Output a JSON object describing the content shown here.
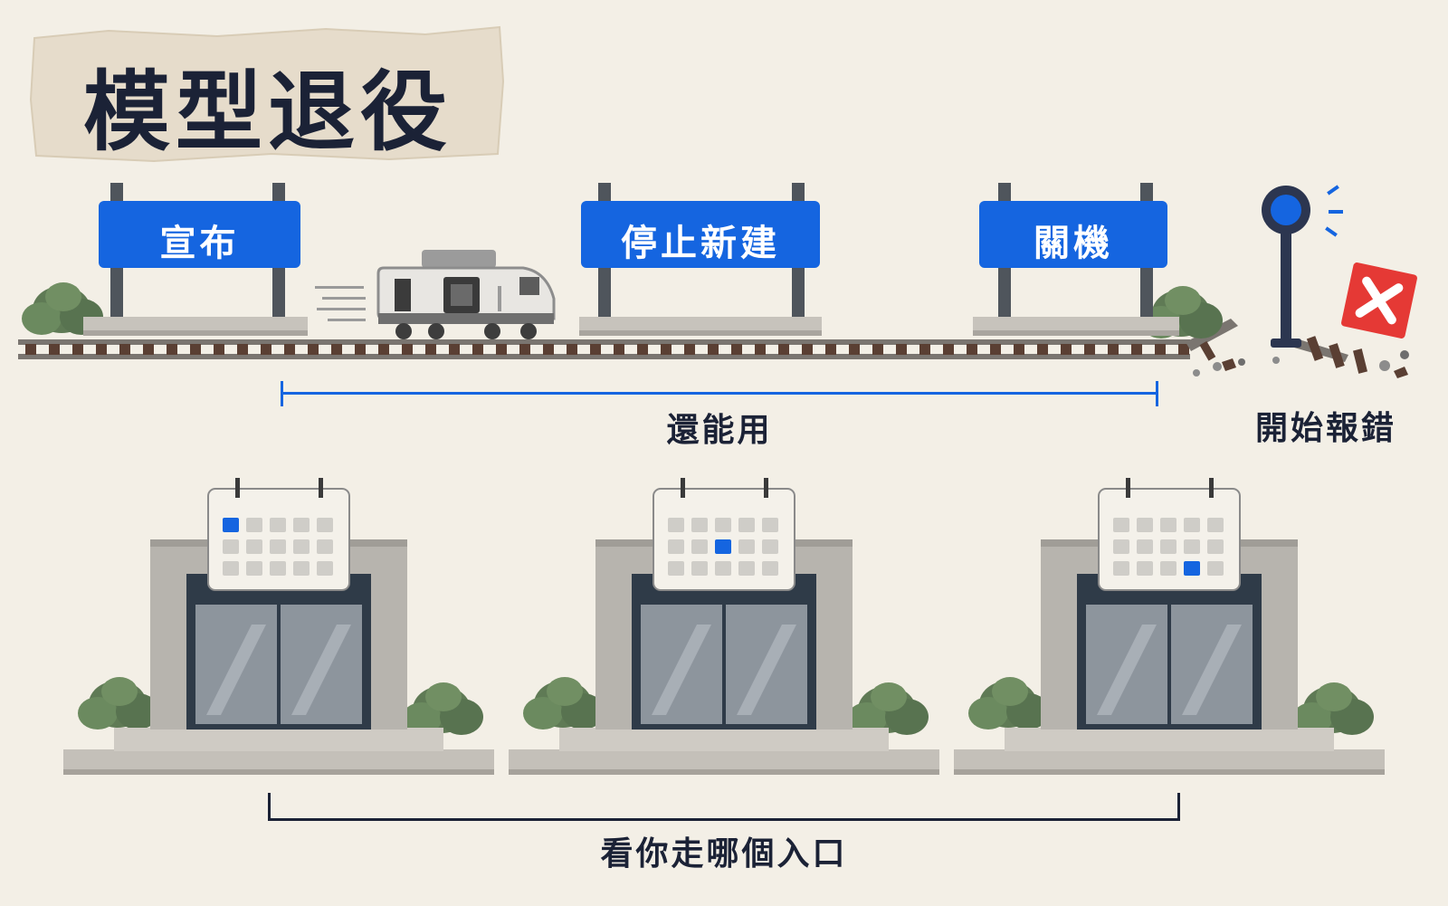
{
  "title": "模型退役",
  "stations": [
    {
      "label": "宣布"
    },
    {
      "label": "停止新建"
    },
    {
      "label": "關機"
    }
  ],
  "usable_label": "還能用",
  "error_label": "開始報錯",
  "entrance_label": "看你走哪個入口",
  "colors": {
    "accent_blue": "#1565e0",
    "navy_text": "#1b2236",
    "error_red": "#e53935",
    "background": "#f3efe6"
  }
}
